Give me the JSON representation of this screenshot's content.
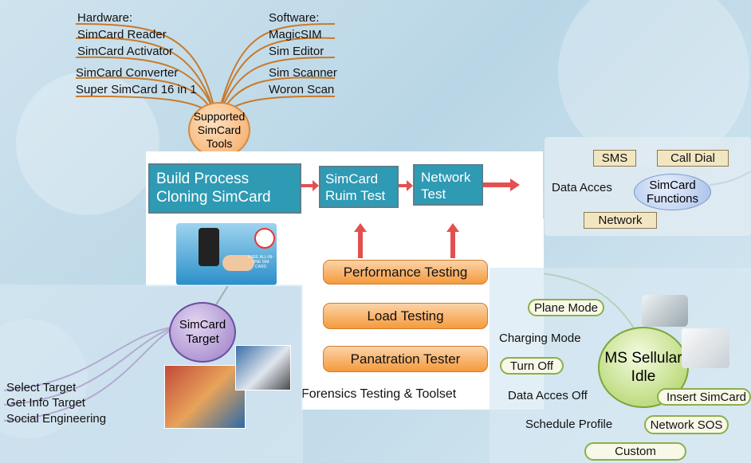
{
  "tools": {
    "center": "Supported SimCard Tools",
    "hardware_title": "Hardware:",
    "hardware": [
      "SimCard Reader",
      "SimCard Activator",
      "SimCard Converter",
      "Super SimCard 16 in 1"
    ],
    "software_title": "Software:",
    "software": [
      "MagicSIM",
      "Sim Editor",
      "Sim Scanner",
      "Woron Scan"
    ]
  },
  "process": {
    "build": "Build Process Cloning SimCard",
    "ruim": "SimCard Ruim Test",
    "network": "Network Test"
  },
  "testing": {
    "items": [
      "Performance Testing",
      "Load Testing",
      "Panatration Tester"
    ],
    "caption": "Forensics Testing & Toolset"
  },
  "functions": {
    "center": "SimCard Functions",
    "items": [
      "SMS",
      "Call Dial",
      "Data Acces",
      "Network"
    ]
  },
  "target": {
    "center": "SimCard Target",
    "items": [
      "Select Target",
      "Get Info Target",
      "Social Engineering"
    ]
  },
  "idle": {
    "center": "MS Sellular Idle",
    "items": [
      "Plane Mode",
      "Charging Mode",
      "Turn Off",
      "Data Acces Off",
      "Insert SimCard",
      "Schedule Profile",
      "Network SOS",
      "Custom"
    ]
  },
  "image_text": {
    "card_label": "FREE ALL-IN-ONE SIM CARD"
  },
  "colors": {
    "blue": "#2f9ab4",
    "orange": "#f59a3c",
    "green": "#8bb04a",
    "arrow": "#e25050"
  }
}
